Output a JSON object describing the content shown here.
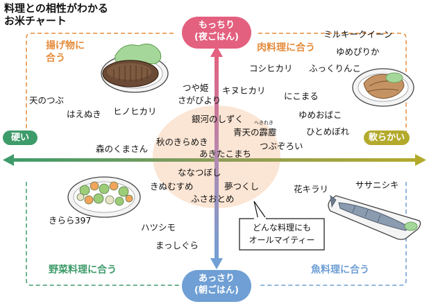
{
  "title": {
    "line1": "料理との相性がわかる",
    "line2": "お米チャート"
  },
  "axes": {
    "top": {
      "line1": "もっちり",
      "line2": "(夜ごはん)"
    },
    "bottom": {
      "line1": "あっさり",
      "line2": "(朝ごはん)"
    },
    "left": "硬い",
    "right": "軟らかい"
  },
  "quadrants": {
    "top_left": {
      "line1": "揚げ物に",
      "line2": "合う"
    },
    "top_right": "肉料理に合う",
    "bottom_left": "野菜料理に合う",
    "bottom_right": "魚料理に合う"
  },
  "varieties": {
    "milky_queen": "ミルキークイーン",
    "yumepirika": "ゆめぴりか",
    "koshihikari": "コシヒカリ",
    "fukkurinko": "ふっくりんこ",
    "tsuyahime": "つや姫",
    "sagabiyori": "さがびより",
    "kinuhikari": "キヌヒカリ",
    "nikomaru": "にこまる",
    "tennotsubu": "天のつぶ",
    "haenuki": "はえぬき",
    "hinohikari": "ヒノヒカリ",
    "gingano_shizuku": "銀河のしずく",
    "seiten_hekireki": "青天の霹靂",
    "hekireki_ruby": "へきれき",
    "yumeobako": "ゆめおばこ",
    "hitomebore": "ひとめぼれ",
    "morinokumasan": "森のくまさん",
    "akinokirameki": "秋のきらめき",
    "tsubuzoroi": "つぶぞろい",
    "akitakomachi": "あきたこまち",
    "nanatsuboshi": "ななつぼし",
    "kinumusume": "きぬむすめ",
    "yumetsukushi": "夢つくし",
    "fusaotome": "ふさおとめ",
    "hanakirari": "花キラリ",
    "sasanishiki": "ササニシキ",
    "kirara397": "きらら397",
    "hatsushimo": "ハツシモ",
    "masshigura": "まっしぐら"
  },
  "callout": {
    "line1": "どんな料理にも",
    "line2": "オールマイティー"
  },
  "colors": {
    "pink": "#e3607f",
    "blue": "#6f9fd4",
    "green": "#3e9b6a",
    "olive": "#b3aa2c",
    "orange": "#e58c3c",
    "center": "#fae0cc",
    "ink": "#111111"
  },
  "icons": [
    "fried-cutlet-plate-icon",
    "meat-dish-plate-icon",
    "vegetable-dish-plate-icon",
    "grilled-fish-plate-icon"
  ]
}
